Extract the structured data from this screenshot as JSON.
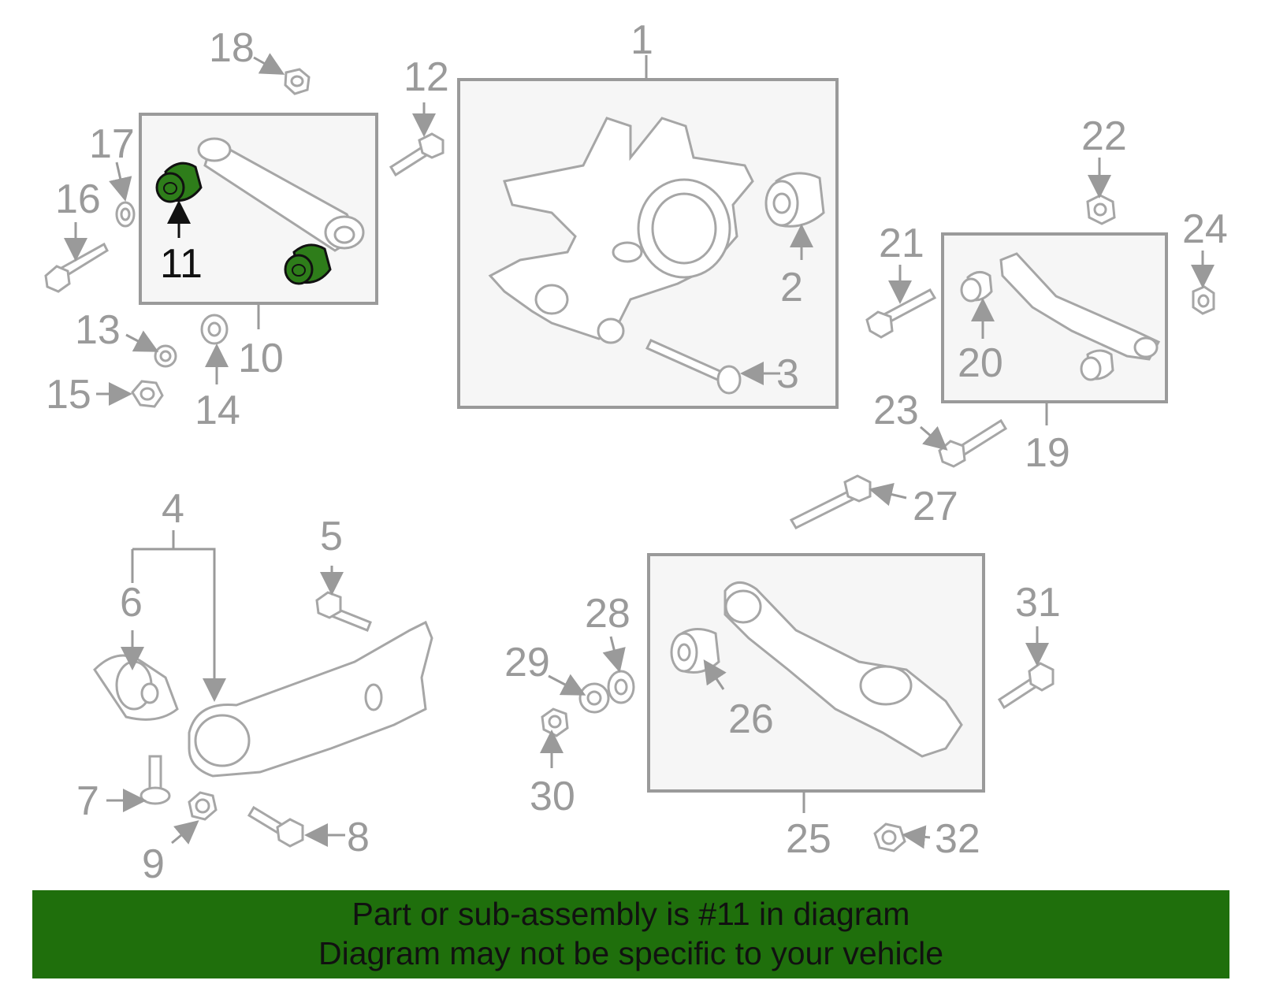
{
  "diagram": {
    "highlighted_callout": "11",
    "highlight_color": "#2e7d1a",
    "callouts": [
      "1",
      "2",
      "3",
      "4",
      "5",
      "6",
      "7",
      "8",
      "9",
      "10",
      "11",
      "12",
      "13",
      "14",
      "15",
      "16",
      "17",
      "18",
      "19",
      "20",
      "21",
      "22",
      "23",
      "24",
      "25",
      "26",
      "27",
      "28",
      "29",
      "30",
      "31",
      "32"
    ]
  },
  "banner": {
    "line1": "Part or sub-assembly is #11 in diagram",
    "line2": "Diagram may not be specific to your vehicle",
    "background": "#1f6f0c"
  }
}
